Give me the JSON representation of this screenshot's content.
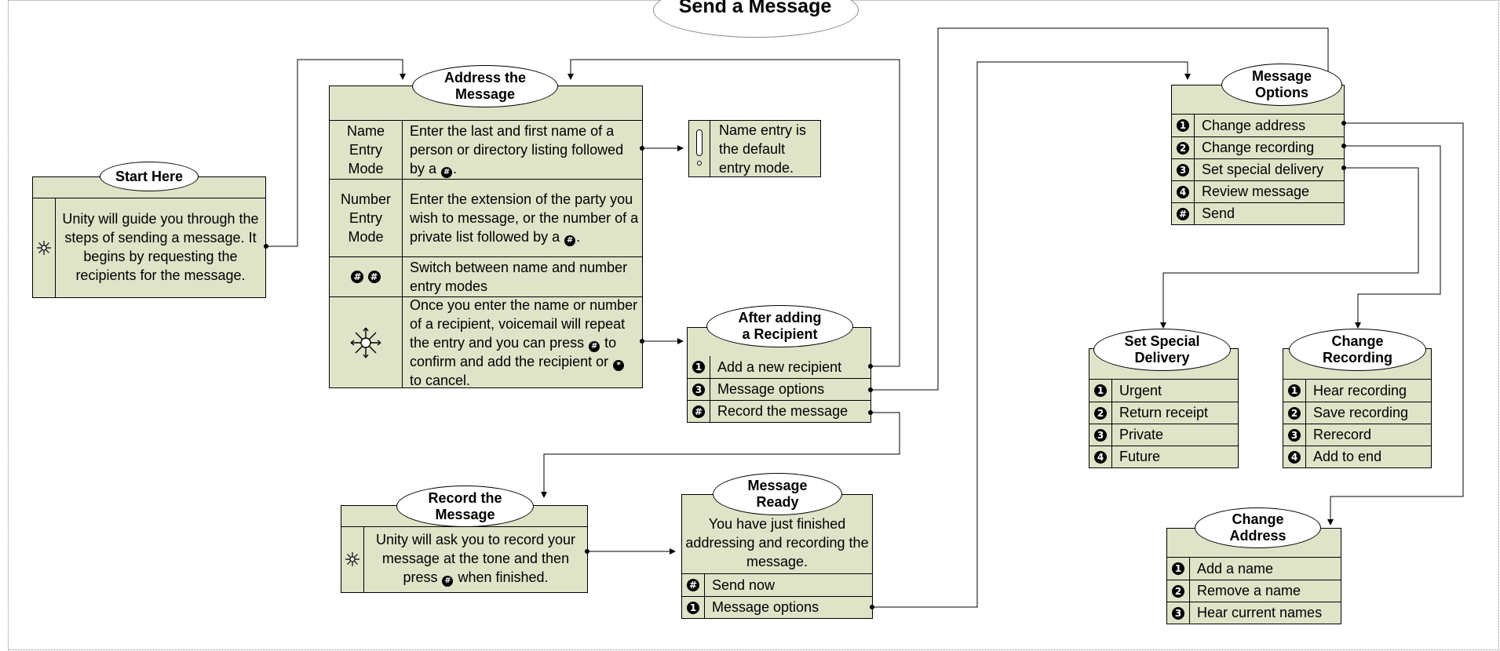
{
  "page_title": "Send a Message",
  "start": {
    "title": "Start Here",
    "icon": "asterisk-icon",
    "text": "Unity will guide you through the steps of sending a message. It begins by requesting the recipients for the message."
  },
  "address": {
    "title_line1": "Address the",
    "title_line2": "Message",
    "rows": [
      {
        "mode": "Name Entry Mode",
        "text_before": "Enter the last and first name of a person or directory listing followed by a",
        "key": "#",
        "text_after": "."
      },
      {
        "mode": "Number Entry Mode",
        "text_before": "Enter the extension of the party you wish to message, or the number of a private list followed by a",
        "key": "#",
        "text_after": "."
      },
      {
        "mode_keys": [
          "#",
          "#"
        ],
        "text_before": "Switch between name and number entry modes",
        "key": "",
        "text_after": ""
      },
      {
        "mode_icon": "asterisk-icon",
        "text_before": "Once you enter the name or number of a recipient, voicemail will repeat the entry and you can press",
        "key": "#",
        "text_mid": "to confirm and add the recipient or",
        "key2": "*",
        "text_after": "to cancel."
      }
    ]
  },
  "note": {
    "icon": "exclamation-icon",
    "text": "Name entry is the default entry mode."
  },
  "after_adding": {
    "title_line1": "After adding",
    "title_line2": "a Recipient",
    "options": [
      {
        "key": "1",
        "label": "Add a new recipient"
      },
      {
        "key": "3",
        "label": "Message options"
      },
      {
        "key": "#",
        "label": "Record the message"
      }
    ]
  },
  "record": {
    "title_line1": "Record the",
    "title_line2": "Message",
    "icon": "asterisk-icon",
    "text_before": "Unity will ask you to record your message at the tone and then press",
    "key": "#",
    "text_after": "when finished."
  },
  "ready": {
    "title_line1": "Message",
    "title_line2": "Ready",
    "text": "You have just finished addressing and recording  the message.",
    "options": [
      {
        "key": "#",
        "label": "Send now"
      },
      {
        "key": "1",
        "label": "Message options"
      }
    ]
  },
  "message_options": {
    "title_line1": "Message",
    "title_line2": "Options",
    "options": [
      {
        "key": "1",
        "label": "Change address"
      },
      {
        "key": "2",
        "label": "Change recording"
      },
      {
        "key": "3",
        "label": "Set special delivery"
      },
      {
        "key": "4",
        "label": "Review message"
      },
      {
        "key": "#",
        "label": "Send"
      }
    ]
  },
  "special_delivery": {
    "title_line1": "Set Special",
    "title_line2": "Delivery",
    "options": [
      {
        "key": "1",
        "label": "Urgent"
      },
      {
        "key": "2",
        "label": "Return receipt"
      },
      {
        "key": "3",
        "label": "Private"
      },
      {
        "key": "4",
        "label": "Future"
      }
    ]
  },
  "change_recording": {
    "title_line1": "Change",
    "title_line2": "Recording",
    "options": [
      {
        "key": "1",
        "label": "Hear recording"
      },
      {
        "key": "2",
        "label": "Save recording"
      },
      {
        "key": "3",
        "label": "Rerecord"
      },
      {
        "key": "4",
        "label": "Add to end"
      }
    ]
  },
  "change_address": {
    "title_line1": "Change",
    "title_line2": "Address",
    "options": [
      {
        "key": "1",
        "label": "Add a name"
      },
      {
        "key": "2",
        "label": "Remove a name"
      },
      {
        "key": "3",
        "label": "Hear current names"
      }
    ]
  },
  "colors": {
    "box_fill": "#dfe3c8",
    "line": "#000000",
    "frame": "#8a8a8a"
  }
}
